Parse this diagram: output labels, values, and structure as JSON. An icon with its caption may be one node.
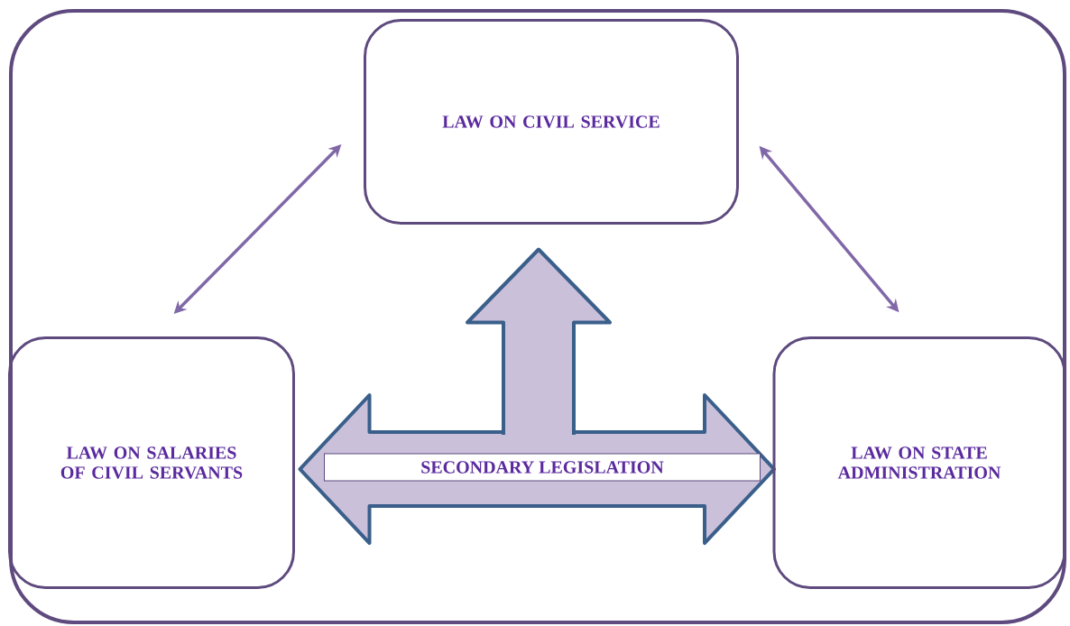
{
  "diagram": {
    "nodes": [
      {
        "text": [
          "LAW ON CIVIL SERVICE"
        ]
      },
      {
        "text": [
          "LAW ON SALARIES OF CIVIL SERVANTS"
        ]
      },
      {
        "text": [
          "LAW ON STATE ADMINISTRATION"
        ]
      },
      {
        "text": [
          "SECONDARY LEGISLATION"
        ]
      }
    ],
    "edges": [
      {
        "from": 1,
        "to": 0,
        "arrow": "both"
      },
      {
        "from": 0,
        "to": 2,
        "arrow": "both"
      },
      {
        "from": 1,
        "to": 2,
        "arrow": "both",
        "style": "thick"
      },
      {
        "from": 3,
        "to": 0,
        "arrow": "to",
        "style": "thick"
      }
    ]
  }
}
